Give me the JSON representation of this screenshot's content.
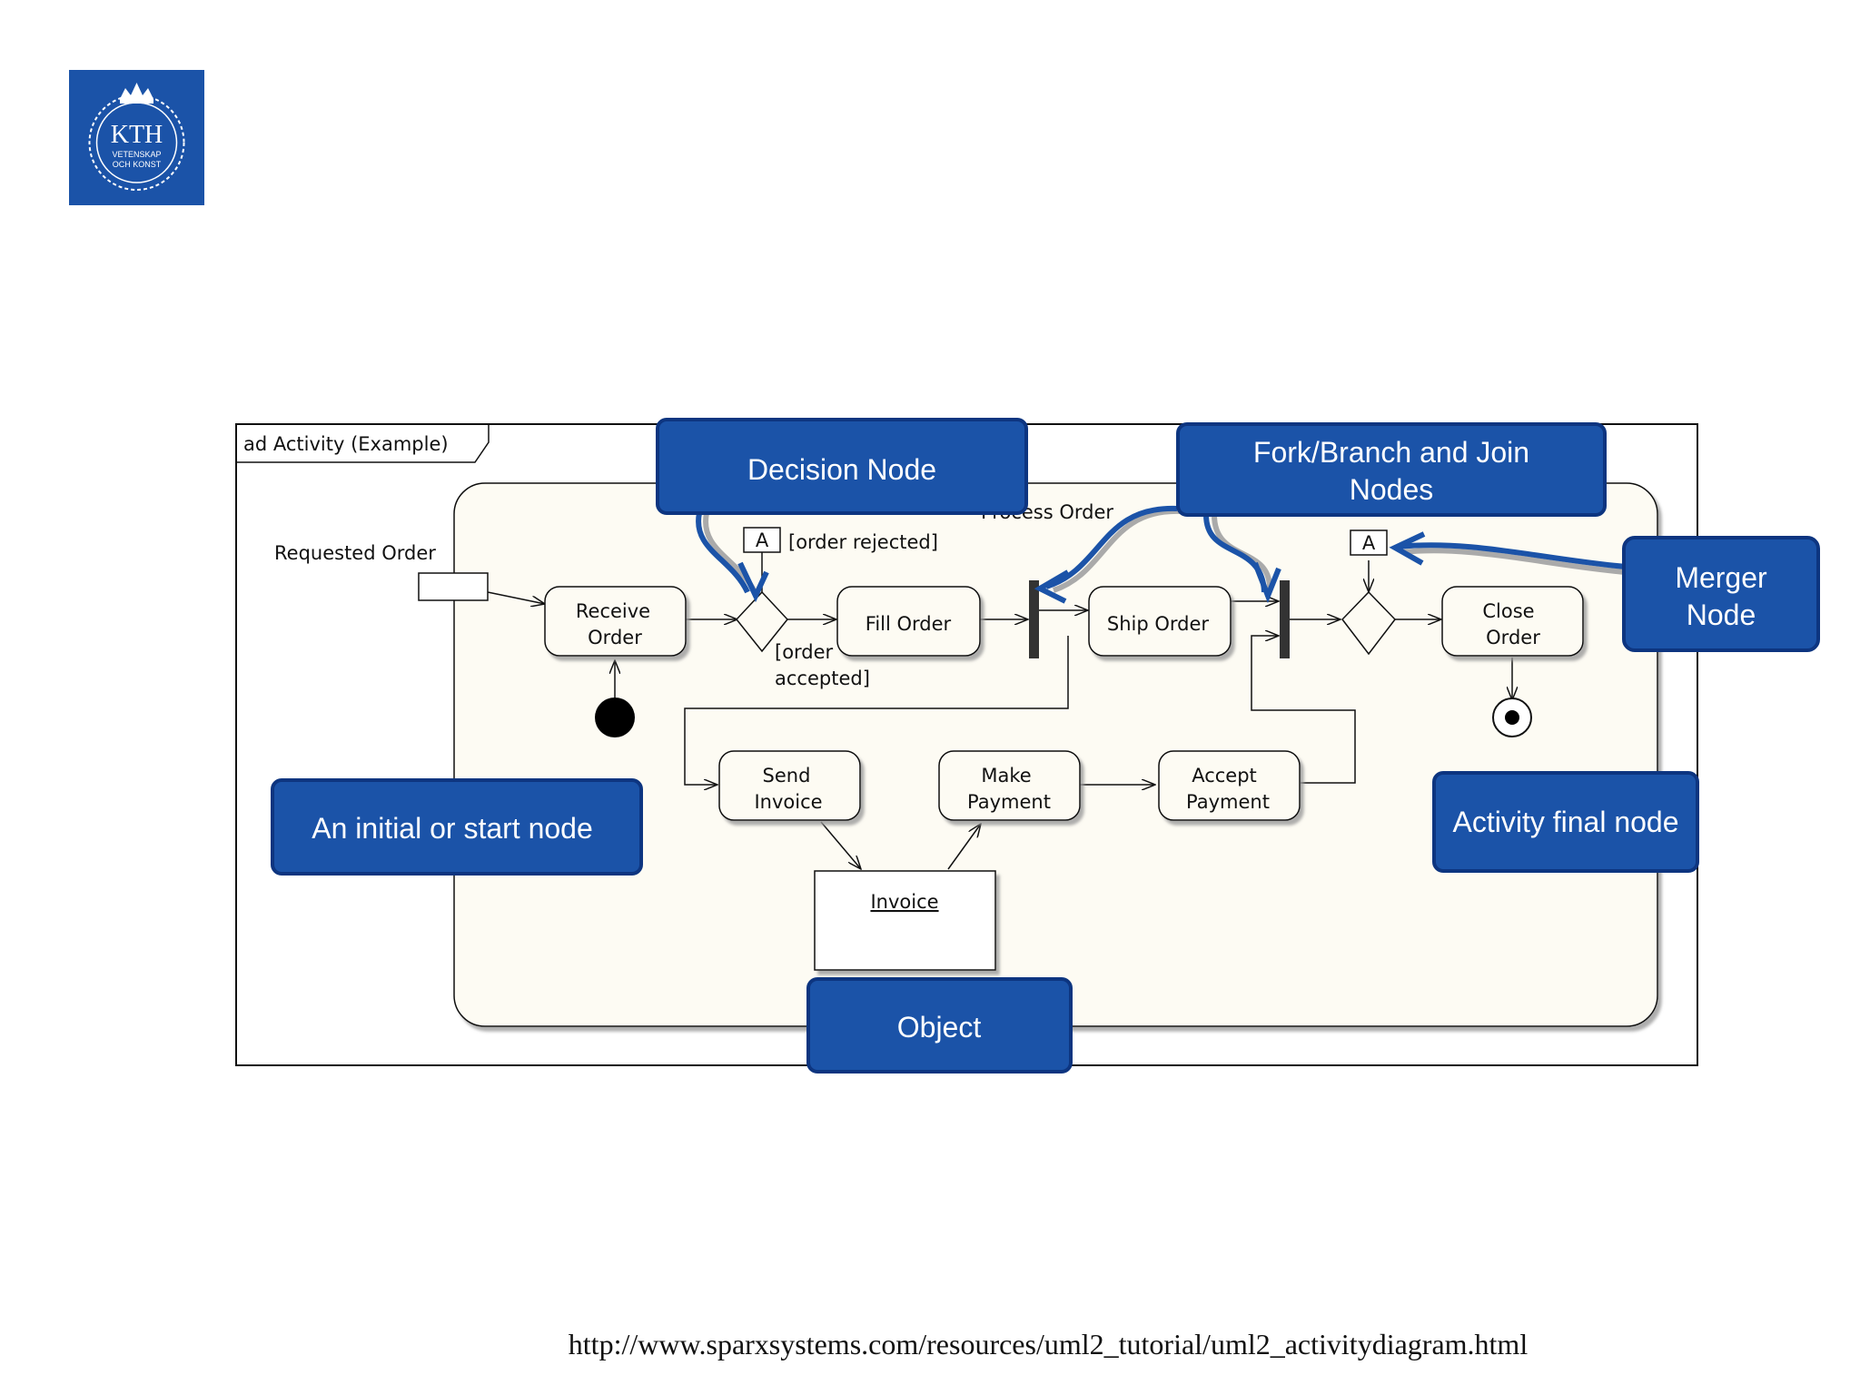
{
  "logo": {
    "name": "KTH",
    "line1": "VETENSKAP",
    "line2": "OCH KONST",
    "color": "#1b53a8"
  },
  "frame": {
    "label": "ad Activity (Example)"
  },
  "activity": {
    "name": "Process Order"
  },
  "pins": {
    "input": "Requested Order"
  },
  "nodes": {
    "receive_order": [
      "Receive",
      "Order"
    ],
    "fill_order": "Fill Order",
    "ship_order": "Ship Order",
    "close_order": [
      "Close",
      "Order"
    ],
    "send_invoice": [
      "Send",
      "Invoice"
    ],
    "make_payment": [
      "Make",
      "Payment"
    ],
    "accept_payment": [
      "Accept",
      "Payment"
    ],
    "invoice_object": "Invoice"
  },
  "guards": {
    "rejected": "[order rejected]",
    "accepted_line1": "[order",
    "accepted_line2": "accepted]"
  },
  "connectors": {
    "left": "A",
    "right": "A"
  },
  "callouts": {
    "decision": "Decision Node",
    "fork_line1": "Fork/Branch and Join",
    "fork_line2": "Nodes",
    "merger_line1": "Merger",
    "merger_line2": "Node",
    "initial": "An initial or start node",
    "final": "Activity  final node",
    "object": "Object"
  },
  "colors": {
    "callout_fill": "#1b53a8",
    "callout_border": "#0d3580",
    "activity_fill": "#fdfbf3"
  },
  "source_url": "http://www.sparxsystems.com/resources/uml2_tutorial/uml2_activitydiagram.html"
}
